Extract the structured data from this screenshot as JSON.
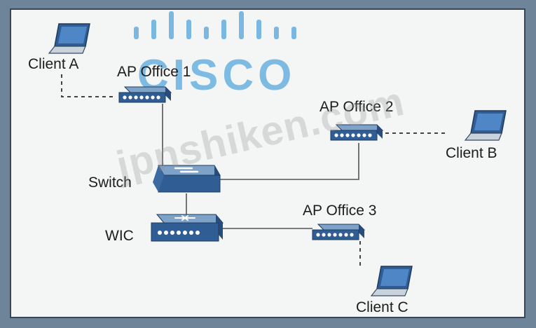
{
  "logo": {
    "text": "CISCO",
    "color": "#5caade"
  },
  "watermark": {
    "text": "jpnshiken.com"
  },
  "devices": {
    "client_a": {
      "label": "Client A"
    },
    "client_b": {
      "label": "Client B"
    },
    "client_c": {
      "label": "Client C"
    },
    "ap_office_1": {
      "label": "AP Office 1"
    },
    "ap_office_2": {
      "label": "AP Office 2"
    },
    "ap_office_3": {
      "label": "AP Office 3"
    },
    "switch": {
      "label": "Switch"
    },
    "wic": {
      "label": "WIC"
    }
  },
  "links": [
    {
      "from": "client_a",
      "to": "ap_office_1",
      "style": "wireless-dashed"
    },
    {
      "from": "ap_office_1",
      "to": "switch",
      "style": "wired"
    },
    {
      "from": "switch",
      "to": "ap_office_2",
      "style": "wired"
    },
    {
      "from": "ap_office_2",
      "to": "client_b",
      "style": "wireless-dashed"
    },
    {
      "from": "switch",
      "to": "wic",
      "style": "wired"
    },
    {
      "from": "wic",
      "to": "ap_office_3",
      "style": "wired"
    },
    {
      "from": "ap_office_3",
      "to": "client_c",
      "style": "wireless-dashed"
    }
  ],
  "colors": {
    "device": "#2f5d94",
    "line": "#555555",
    "text": "#1c1c1c"
  }
}
